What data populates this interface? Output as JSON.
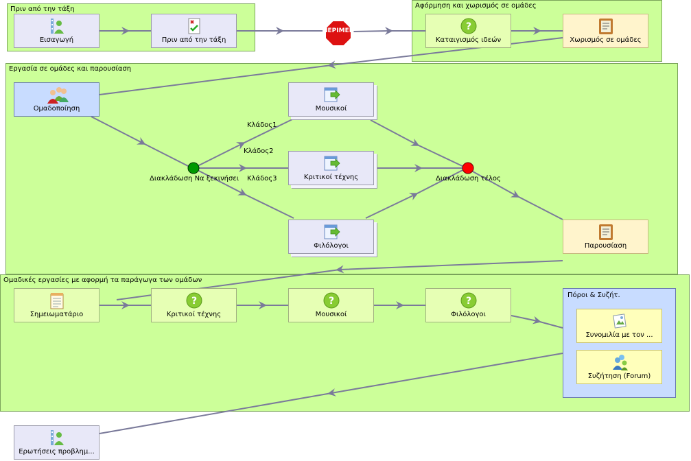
{
  "groups": {
    "before": "Πριν από την τάξη",
    "trigger": "Αφόρμηση και χωρισμός σε ομάδες",
    "groupwork": "Εργασία σε ομάδες και παρουσίαση",
    "team": "Ομαδικές εργασίες με αφορμή τα παράγωγα των ομάδων",
    "resources": "Πόροι & Συζήτ."
  },
  "activities": {
    "intro": "Εισαγωγή",
    "before_class": "Πριν από την τάξη",
    "stop": "ΠΕΡΙΜΕΝΕ",
    "brainstorm": "Καταιγισμός ιδεών",
    "split": "Χωρισμός σε ομάδες",
    "grouping": "Ομαδοποίηση",
    "musicians_1": "Μουσικοί",
    "critics_1": "Κριτικοί τέχνης",
    "philologists_1": "Φιλόλογοι",
    "presentation": "Παρουσίαση",
    "notebook": "Σημειωματάριο",
    "critics_2": "Κριτικοί τέχνης",
    "musicians_2": "Μουσικοί",
    "philologists_2": "Φιλόλογοι",
    "chat": "Συνομιλία με τον ...",
    "forum": "Συζήτηση (Forum)",
    "questions": "Ερωτήσεις προβλημ..."
  },
  "branching": {
    "start_label": "Διακλάδωση Να ξεκινήσει",
    "end_label": "Διακλάδωση τέλος",
    "branch1": "Κλάδος1",
    "branch2": "Κλάδος2",
    "branch3": "Κλάδος3"
  },
  "colors": {
    "group_fill": "#ccff99",
    "edge": "#7a7a9a",
    "start_node": "#009900",
    "end_node": "#ff0000",
    "stop_sign": "#dd1111",
    "resources_fill": "#c8dcff"
  },
  "icons": {
    "intro": "user-list-icon",
    "before_class": "document-check-icon",
    "brainstorm": "question-icon",
    "split": "clipboard-icon",
    "grouping": "people-group-icon",
    "branch_activity": "sheet-arrow-icon",
    "notebook": "notepad-icon",
    "chat": "chat-image-icon",
    "forum": "forum-users-icon"
  }
}
